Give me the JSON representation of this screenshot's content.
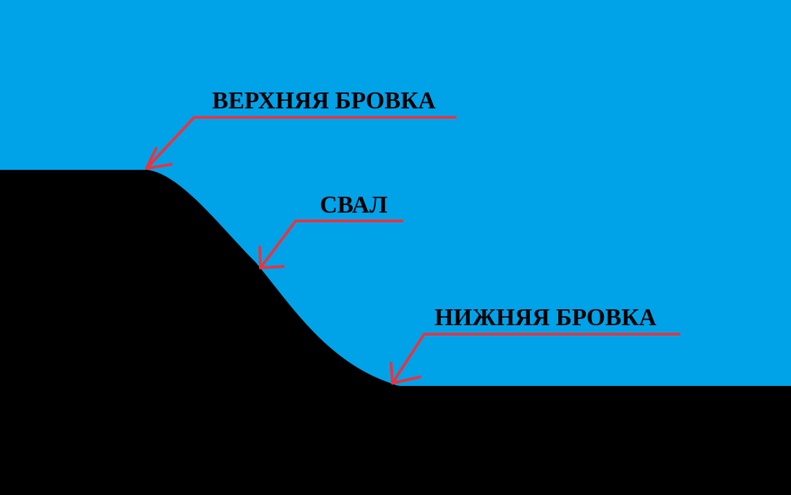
{
  "colors": {
    "water": "#00a2e8",
    "ground": "#000000",
    "pointer": "#e8343f",
    "text": "#000000"
  },
  "labels": {
    "upper_edge": "ВЕРХНЯЯ БРОВКА",
    "slope": "СВАЛ",
    "lower_edge": "НИЖНЯЯ БРОВКА"
  }
}
